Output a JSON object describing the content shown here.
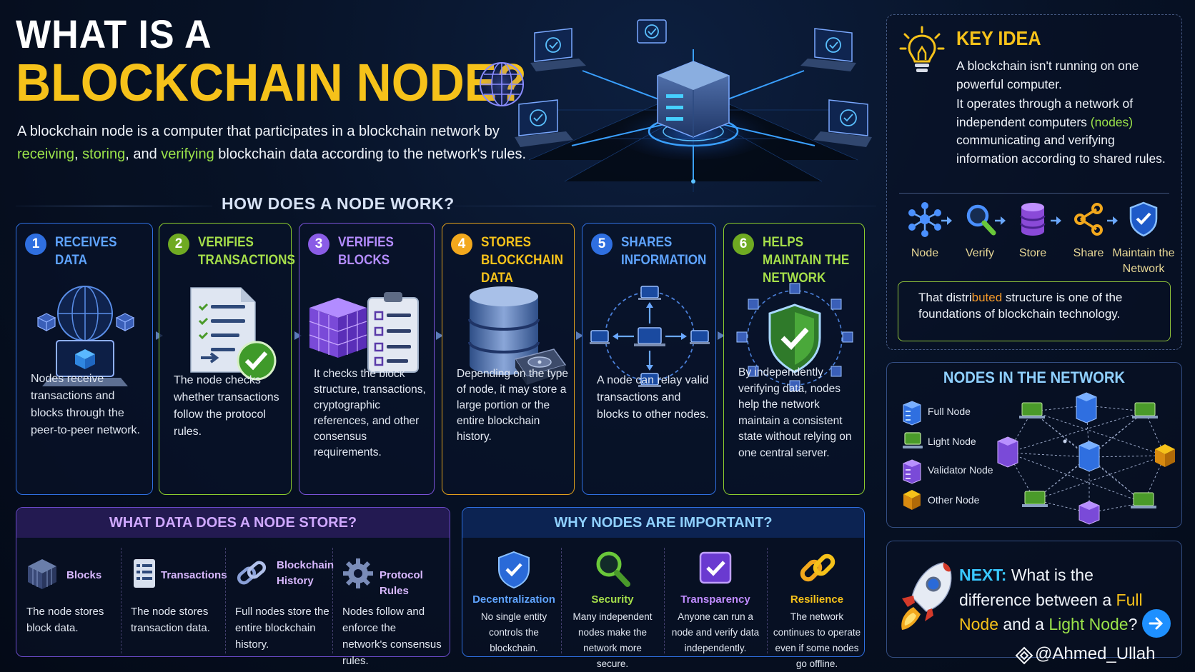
{
  "title": {
    "line1": "WHAT IS A",
    "line2": "BLOCKCHAIN NODE?"
  },
  "intro": {
    "pre": "A blockchain node is a computer that participates in a blockchain network by ",
    "w1": "receiving",
    "c1": ", ",
    "w2": "storing",
    "c2": ", and ",
    "w3": "verifying",
    "post": " blockchain data according to the network's rules."
  },
  "how": {
    "title": "HOW DOES A NODE WORK?",
    "steps": [
      {
        "num": "1",
        "title": "RECEIVES DATA",
        "desc": "Nodes receive transactions and blocks through the peer-to-peer network."
      },
      {
        "num": "2",
        "title": "VERIFIES TRANSACTIONS",
        "desc": "The node checks whether transactions follow the protocol rules."
      },
      {
        "num": "3",
        "title": "VERIFIES BLOCKS",
        "desc": "It checks the block structure, transactions, cryptographic references, and other consensus requirements."
      },
      {
        "num": "4",
        "title": "STORES BLOCKCHAIN DATA",
        "desc": "Depending on the type of node, it may store a large portion or the entire blockchain history."
      },
      {
        "num": "5",
        "title": "SHARES INFORMATION",
        "desc": "A node can relay valid transactions and blocks to other nodes."
      },
      {
        "num": "6",
        "title": "HELPS MAINTAIN THE NETWORK",
        "desc": "By independently verifying data, nodes help the network maintain a consistent state without relying on one central server."
      }
    ]
  },
  "store": {
    "title": "WHAT DATA DOES A NODE STORE?",
    "items": [
      {
        "name": "Blocks",
        "desc": "The node stores block data."
      },
      {
        "name": "Transactions",
        "desc": "The node stores transaction data."
      },
      {
        "name": "Blockchain History",
        "desc": "Full nodes store the entire blockchain history."
      },
      {
        "name": "Protocol Rules",
        "desc": "Nodes follow and enforce the network's consensus rules."
      }
    ]
  },
  "why": {
    "title": "WHY NODES ARE IMPORTANT?",
    "items": [
      {
        "name": "Decentralization",
        "desc": "No single entity controls the blockchain."
      },
      {
        "name": "Security",
        "desc": "Many independent nodes make the network more secure."
      },
      {
        "name": "Transparency",
        "desc": "Anyone can run a node and verify data independently."
      },
      {
        "name": "Resilience",
        "desc": "The network continues to operate even if some nodes go offline."
      }
    ]
  },
  "key_idea": {
    "title": "KEY IDEA",
    "p1": "A blockchain isn't running on one powerful computer.",
    "p2_pre": "It operates through a network of independent computers ",
    "p2_hl": "(nodes)",
    "p2_post": " communicating and verifying information according to shared rules.",
    "flow": [
      "Node",
      "Verify",
      "Store",
      "Share",
      "Maintain the Network"
    ],
    "note_pre": "That distri",
    "note_hl": "buted",
    "note_post": " structure is one of the foundations of blockchain technology."
  },
  "nodes_network": {
    "title": "NODES IN THE NETWORK",
    "legend": [
      "Full Node",
      "Light Node",
      "Validator Node",
      "Other Node"
    ]
  },
  "next": {
    "label": "NEXT:",
    "q1": " What is the difference between a ",
    "full": "Full Node",
    "mid": " and a ",
    "light": "Light Node",
    "end": "?"
  },
  "credit": "@Ahmed_Ullah",
  "colors": {
    "step1": "#2f6fe0",
    "step2": "#8ccc2e",
    "step3": "#8a5ce6",
    "step4": "#f2a81d",
    "step5": "#2f6fe0",
    "step6": "#8ccc2e",
    "title_yellow": "#f6c21a",
    "highlight_green": "#9be34a"
  }
}
